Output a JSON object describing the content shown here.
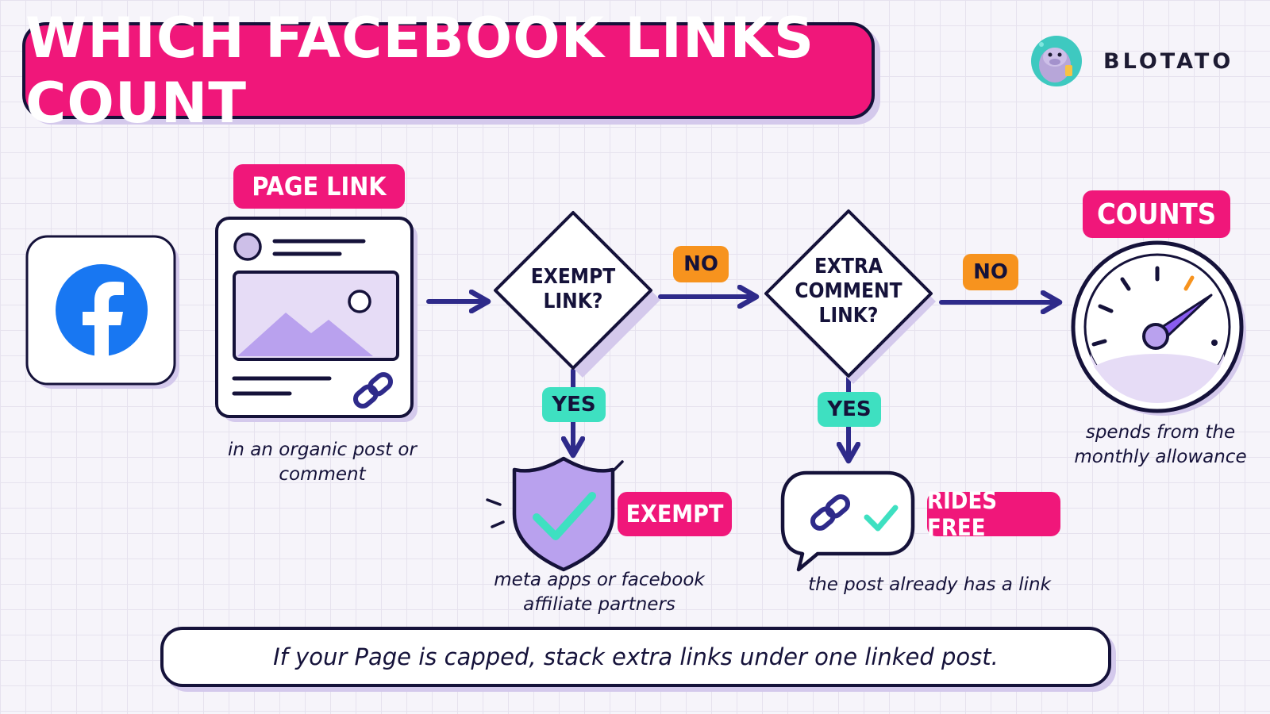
{
  "header": {
    "title": "WHICH FACEBOOK LINKS COUNT"
  },
  "brand": {
    "name": "BLOTATO"
  },
  "flow": {
    "page_link_tag": "PAGE LINK",
    "page_link_caption": "in an organic post or comment",
    "exempt_question": [
      "EXEMPT",
      "LINK?"
    ],
    "no_label_1": "NO",
    "yes_label_1": "YES",
    "exempt_tag": "EXEMPT",
    "exempt_caption": [
      "meta apps or facebook",
      "affiliate partners"
    ],
    "extra_question": [
      "EXTRA",
      "COMMENT",
      "LINK?"
    ],
    "no_label_2": "NO",
    "yes_label_2": "YES",
    "rides_free_tag": "RIDES FREE",
    "rides_free_caption": "the post already has a link",
    "counts_tag": "COUNTS",
    "counts_caption": [
      "spends from the",
      "monthly allowance"
    ]
  },
  "footer": {
    "tip": "If your Page is capped, stack extra links under one linked post."
  },
  "colors": {
    "accent_pink": "#f0177a",
    "orange": "#f7931e",
    "teal": "#3ee0c1",
    "ink": "#15123a",
    "lavender": "#b9a1ee",
    "facebook_blue": "#1877f2"
  },
  "icons": [
    "facebook-logo-icon",
    "post-card-icon",
    "link-icon",
    "shield-check-icon",
    "chat-link-check-icon",
    "gauge-icon",
    "manatee-logo-icon"
  ]
}
